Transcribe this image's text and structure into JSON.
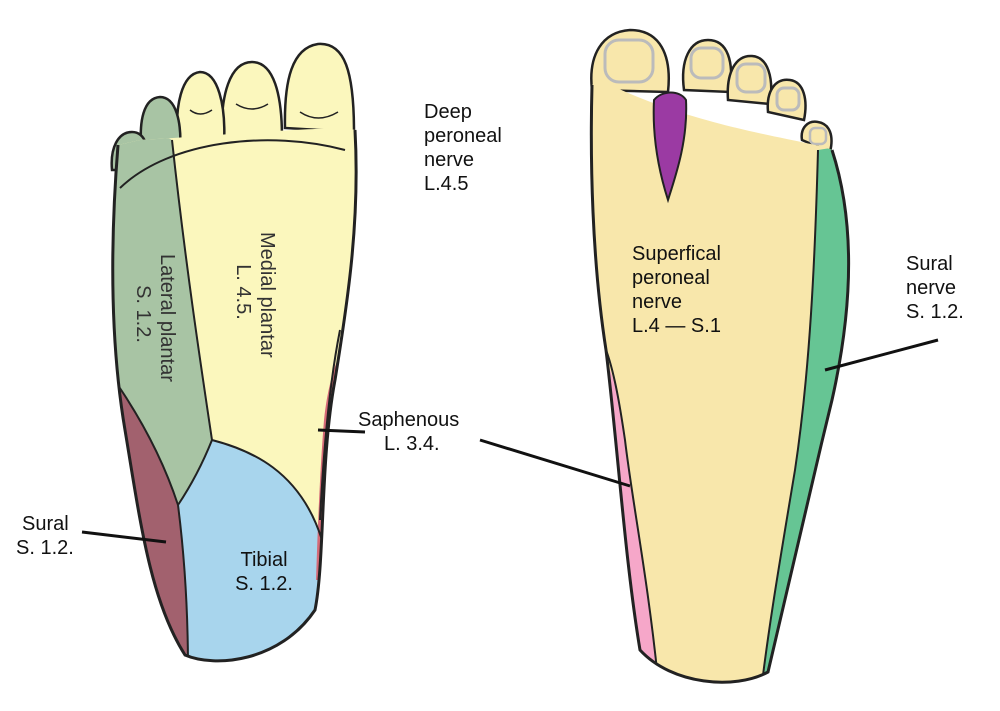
{
  "plantar_foot": {
    "regions": {
      "lateral_plantar": {
        "name": "Lateral plantar",
        "root": "S. 1.2.",
        "color": "#a8c4a4"
      },
      "medial_plantar": {
        "name": "Medial plantar",
        "root": "L. 4.5.",
        "color": "#fbf7bd"
      },
      "tibial": {
        "name": "Tibial",
        "root": "S. 1.2.",
        "color": "#a8d5ed"
      },
      "sural": {
        "name": "Sural",
        "root": "S. 1.2.",
        "color": "#a2616e"
      },
      "saphenous": {
        "name": "Saphenous",
        "root": "L. 3.4.",
        "color": "#d56a77"
      }
    }
  },
  "dorsal_foot": {
    "regions": {
      "deep_peroneal": {
        "name_lines": [
          "Deep",
          "peroneal",
          "nerve"
        ],
        "root": "L.4.5",
        "color": "#9b3aa3"
      },
      "superficial_peroneal": {
        "name_lines": [
          "Superfical",
          "peroneal",
          "nerve"
        ],
        "root": "L.4 — S.1",
        "color": "#f8e7ab"
      },
      "sural": {
        "name_lines": [
          "Sural",
          "nerve"
        ],
        "root": "S. 1.2.",
        "color": "#66c594"
      },
      "saphenous_strip": {
        "color": "#f6a7c9"
      }
    }
  }
}
